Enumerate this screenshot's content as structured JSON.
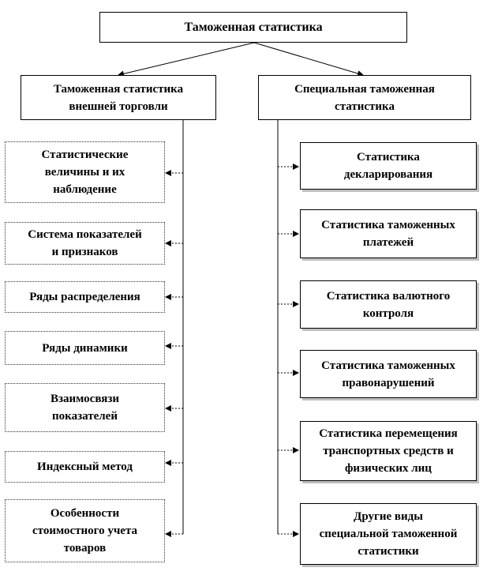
{
  "root": {
    "label": "Таможенная статистика"
  },
  "left_branch": {
    "label": "Таможенная статистика\nвнешней торговли",
    "items": [
      "Статистические\nвеличины и их\nнаблюдение",
      "Система показателей\nи признаков",
      "Ряды распределения",
      "Ряды динамики",
      "Взаимосвязи\nпоказателей",
      "Индексный метод",
      "Особенности\nстоимостного учета\nтоваров"
    ]
  },
  "right_branch": {
    "label": "Специальная таможенная\nстатистика",
    "items": [
      "Статистика\nдекларирования",
      "Статистика таможенных\nплатежей",
      "Статистика валютного\nконтроля",
      "Статистика таможенных\nправонарушений",
      "Статистика перемещения\nтранспортных средств и\nфизических лиц",
      "Другие виды\nспециальной таможенной\nстатистики"
    ]
  }
}
